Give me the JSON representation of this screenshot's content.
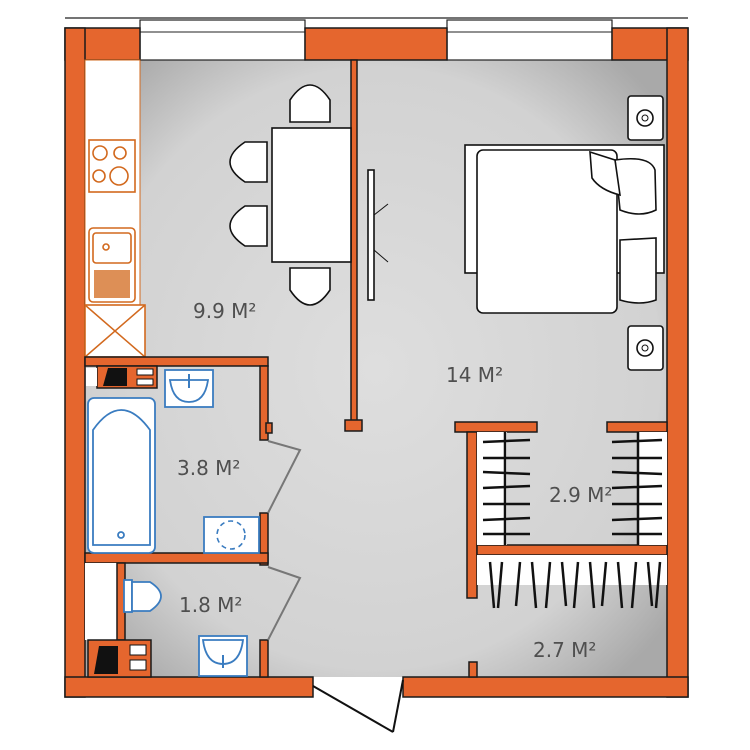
{
  "plan": {
    "colors": {
      "wall": "#e5662e",
      "floor": "#d4d4d4",
      "fixtures_kitchen": "#d2691e",
      "fixtures_bath": "#3a7cc0"
    },
    "rooms": [
      {
        "name": "kitchen-dining",
        "label": "9.9 М²"
      },
      {
        "name": "bedroom",
        "label": "14 М²"
      },
      {
        "name": "bathroom",
        "label": "3.8 М²"
      },
      {
        "name": "toilet",
        "label": "1.8 М²"
      },
      {
        "name": "walk-in-closet",
        "label": "2.9 М²"
      },
      {
        "name": "hallway",
        "label": "2.7 М²"
      }
    ]
  }
}
